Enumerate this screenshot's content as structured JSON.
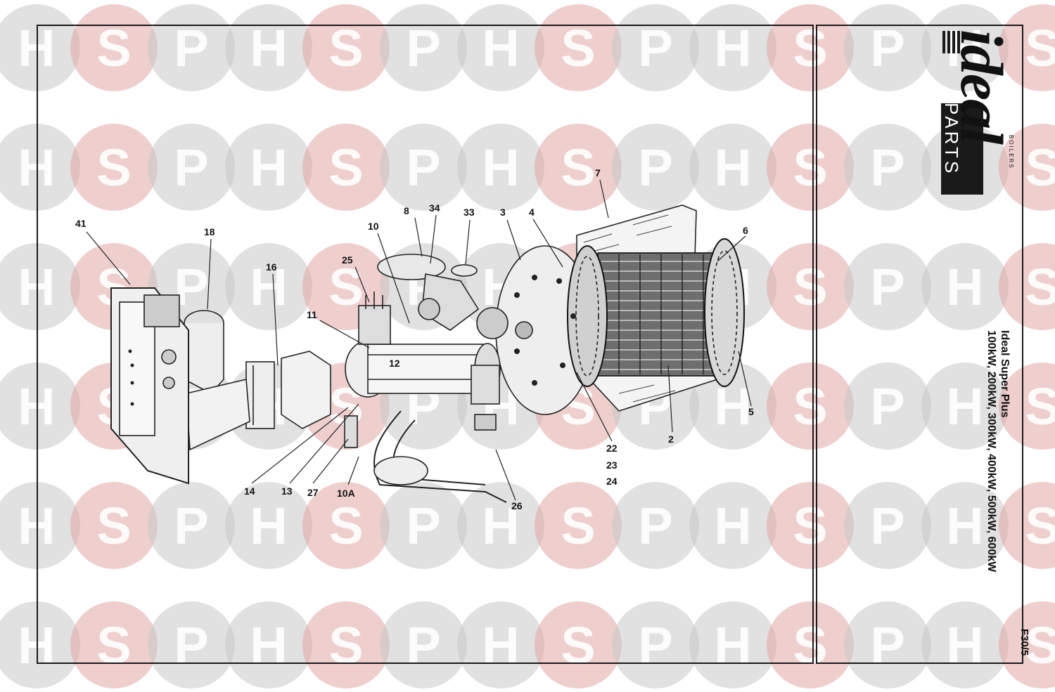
{
  "watermark": {
    "letters": [
      "H",
      "S",
      "P"
    ],
    "colors": {
      "h_p": "#c9c9c9",
      "s": "#e2a6a6"
    }
  },
  "title_block": {
    "brand": "ideal",
    "brand_sub": "BOILERS",
    "brand_parts": "PARTS",
    "product": "Ideal Super Plus",
    "ratings": "100kW, 200kW, 300kW, 400kW, 500kW, 600kW",
    "figure_ref": "F30/5"
  },
  "callouts": [
    "41",
    "18",
    "16",
    "25",
    "11",
    "12",
    "10",
    "8",
    "34",
    "33",
    "3",
    "4",
    "7",
    "6",
    "5",
    "2",
    "22",
    "23",
    "24",
    "26",
    "14",
    "13",
    "27",
    "10A"
  ]
}
